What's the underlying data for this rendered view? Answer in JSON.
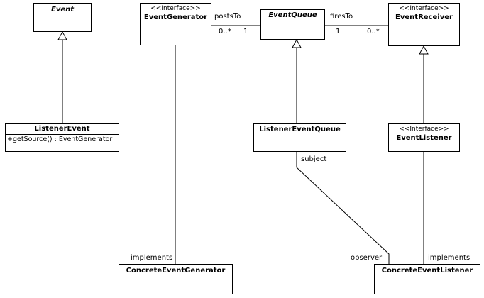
{
  "classes": {
    "event": {
      "name": "Event"
    },
    "event_generator": {
      "stereotype": "<<Interface>>",
      "name": "EventGenerator"
    },
    "event_queue": {
      "name": "EventQueue"
    },
    "event_receiver": {
      "stereotype": "<<Interface>>",
      "name": "EventReceiver"
    },
    "listener_event": {
      "name": "ListenerEvent",
      "method": "+getSource() : EventGenerator"
    },
    "listener_event_queue": {
      "name": "ListenerEventQueue"
    },
    "event_listener": {
      "stereotype": "<<Interface>>",
      "name": "EventListener"
    },
    "concrete_event_generator": {
      "name": "ConcreteEventGenerator"
    },
    "concrete_event_listener": {
      "name": "ConcreteEventListener"
    }
  },
  "associations": {
    "posts_to": {
      "label": "postsTo",
      "mult_source": "0..*",
      "mult_target": "1"
    },
    "fires_to": {
      "label": "firesTo",
      "mult_source": "1",
      "mult_target": "0..*"
    },
    "subject_label": "subject",
    "observer_label": "observer",
    "implements_generator": "implements",
    "implements_listener": "implements"
  }
}
